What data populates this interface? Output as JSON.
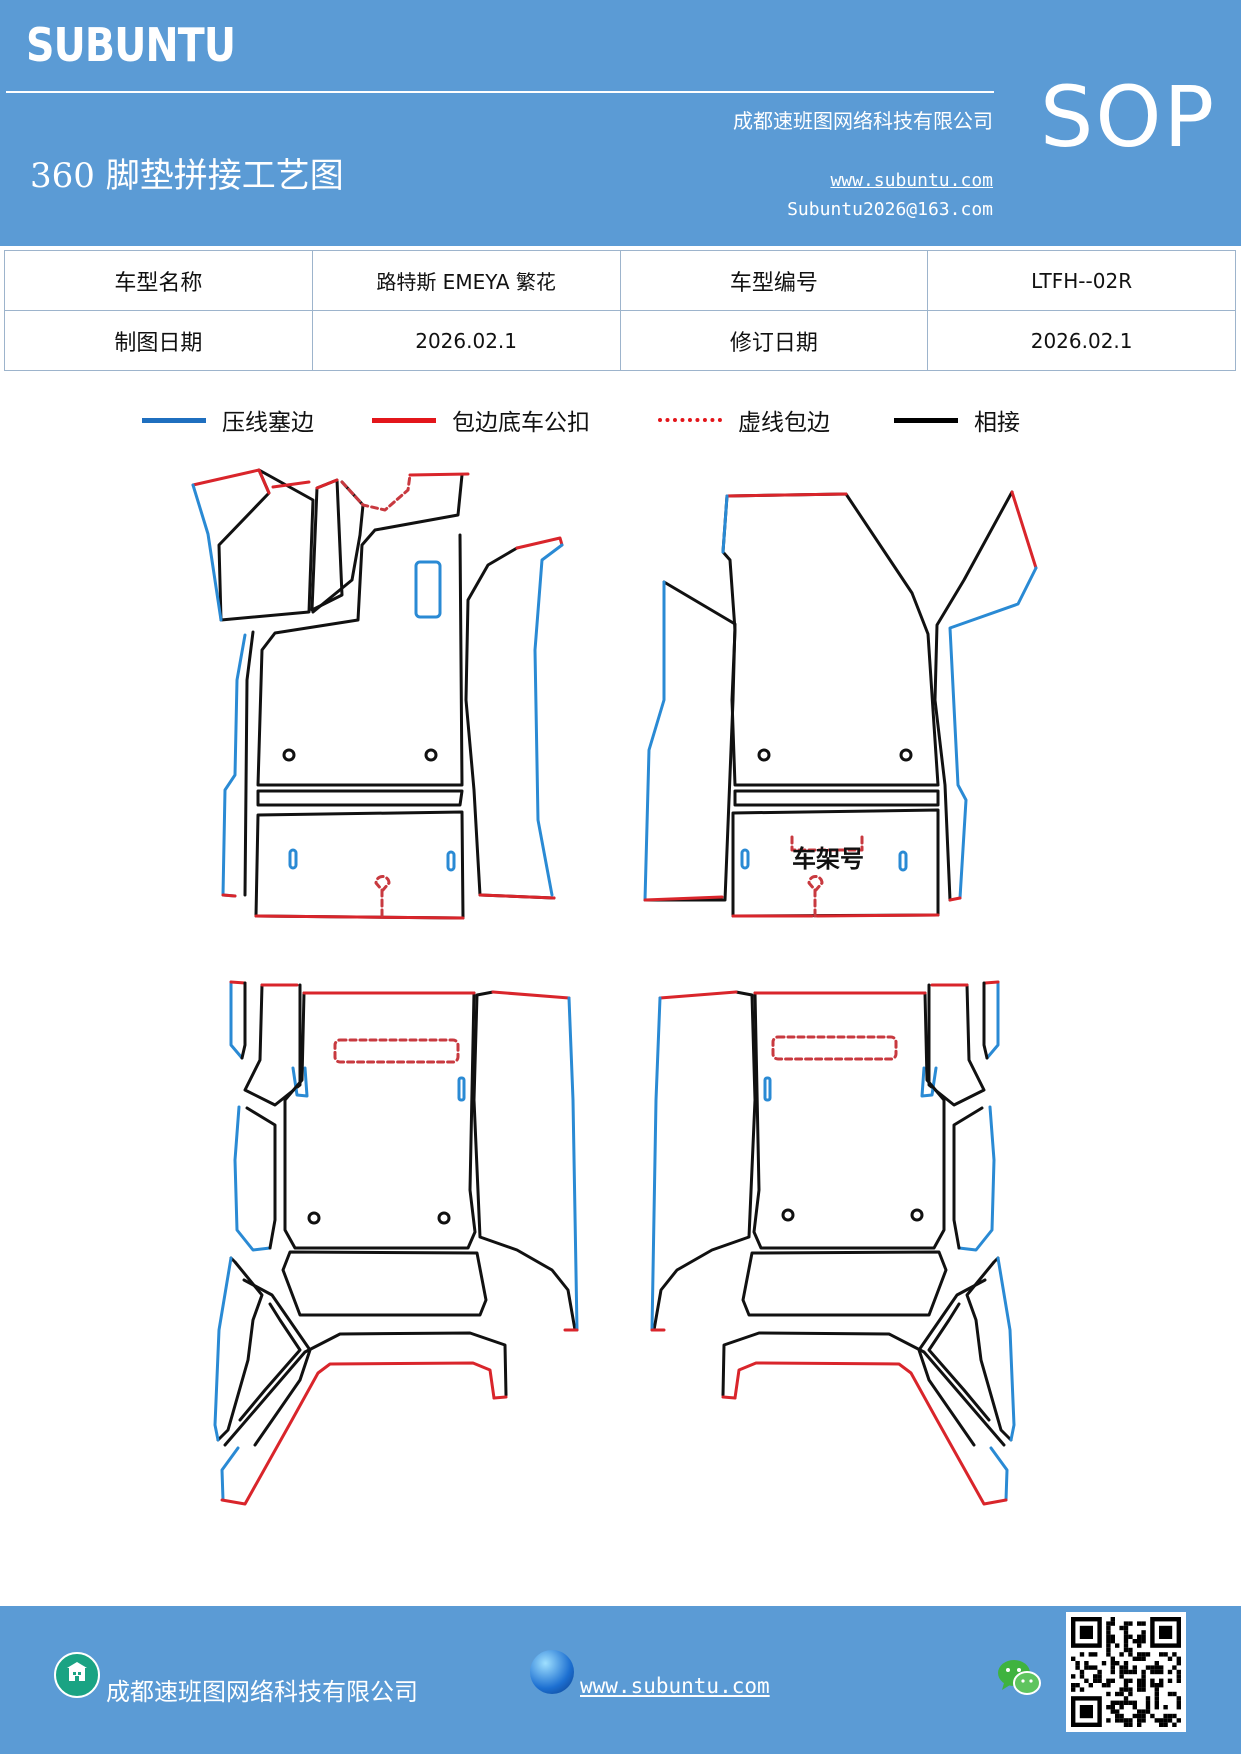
{
  "header": {
    "brand": "SUBUNTU",
    "doc_type": "SOP",
    "company": "成都速班图网络科技有限公司",
    "title": "360 脚垫拼接工艺图",
    "website": "www.subuntu.com",
    "email": "Subuntu2026@163.com"
  },
  "info": {
    "r1": {
      "l1": "车型名称",
      "v1": "路特斯 EMEYA 繁花",
      "l2": "车型编号",
      "v2": "LTFH--02R"
    },
    "r2": {
      "l1": "制图日期",
      "v1": "2026.02.1",
      "l2": "修订日期",
      "v2": "2026.02.1"
    }
  },
  "legend": [
    {
      "label": "压线塞边",
      "color": "#1f6fbf",
      "style": "solid"
    },
    {
      "label": "包边底车公扣",
      "color": "#e3161b",
      "style": "solid"
    },
    {
      "label": "虚线包边",
      "color": "#e3161b",
      "style": "dotted"
    },
    {
      "label": "相接",
      "color": "#000000",
      "style": "solid"
    }
  ],
  "drawing": {
    "frame_label": "车架号",
    "colors": {
      "press": "#2a8ad4",
      "wrap": "#d9252b",
      "dash": "#c8393f",
      "join": "#111111"
    }
  },
  "footer": {
    "company": "成都速班图网络科技有限公司",
    "website": "www.subuntu.com",
    "home_icon": "building-icon",
    "globe_icon": "globe-icon",
    "wechat_icon": "wechat-icon"
  }
}
